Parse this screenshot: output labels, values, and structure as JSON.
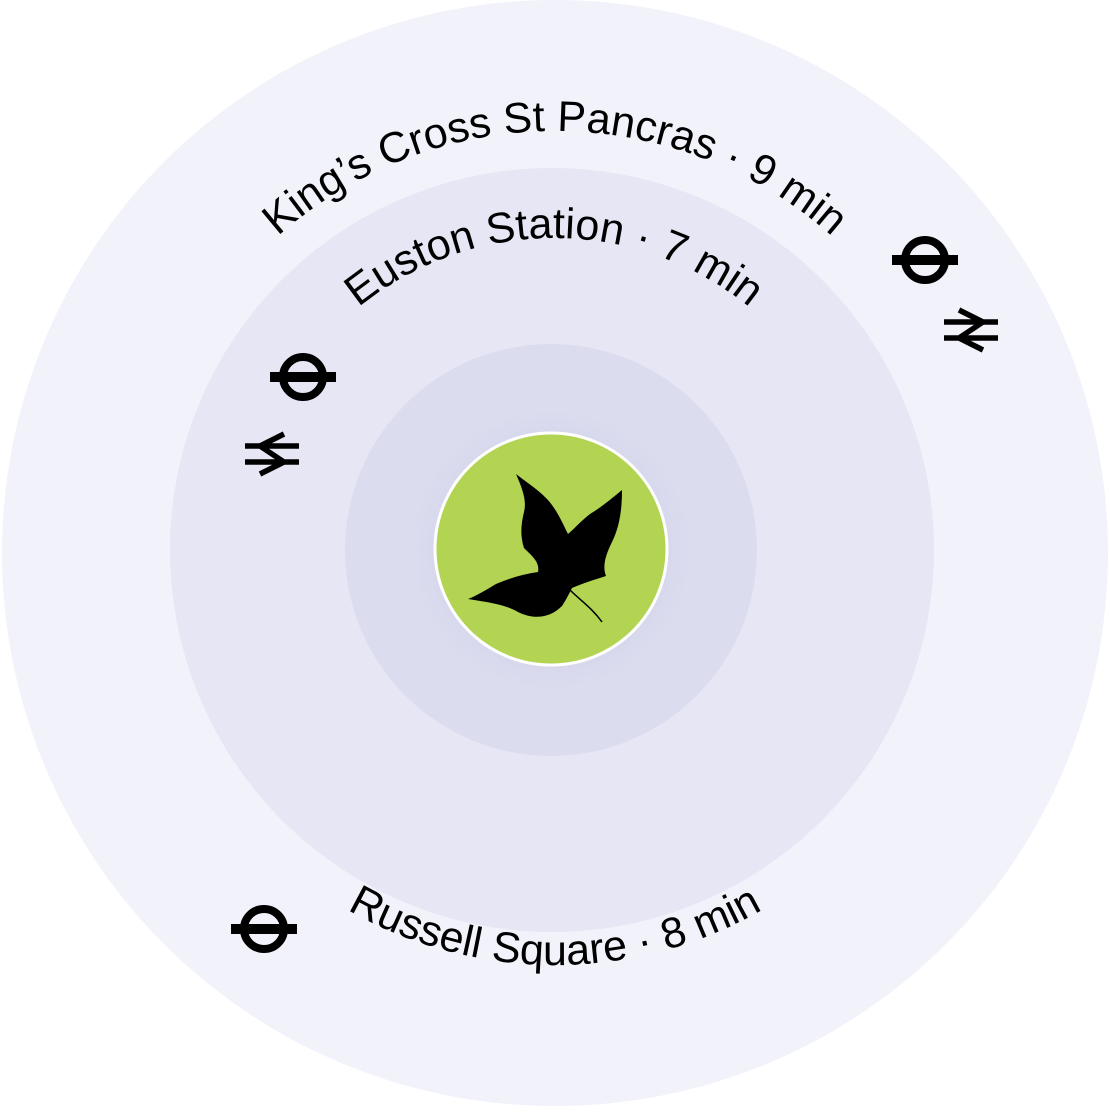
{
  "diagram": {
    "rings": [
      {
        "fill": "#f2f2fb"
      },
      {
        "fill": "#e6e6f5"
      },
      {
        "fill": "#dcdcef"
      }
    ],
    "center": {
      "fill": "#b2d452",
      "icon": "leaf-icon"
    },
    "stations": {
      "kings_cross": {
        "label": "King’s Cross St Pancras · 9 min",
        "icons": [
          "underground-roundel-icon",
          "national-rail-icon"
        ]
      },
      "euston": {
        "label": "Euston Station · 7 min",
        "icons": [
          "underground-roundel-icon",
          "national-rail-icon"
        ]
      },
      "russell_square": {
        "label": "Russell Square · 8 min",
        "icons": [
          "underground-roundel-icon"
        ]
      }
    }
  }
}
